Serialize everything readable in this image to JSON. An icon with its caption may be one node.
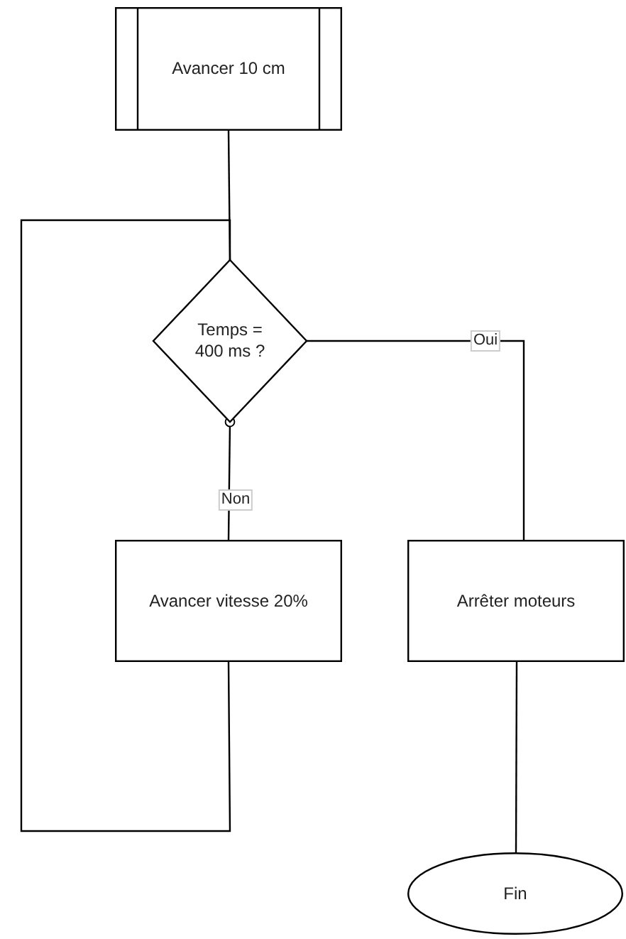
{
  "diagram": {
    "nodes": [
      {
        "text": [
          "Avancer 10 cm"
        ]
      },
      {
        "text": [
          "Temps = 400 ms ?"
        ]
      },
      {
        "text": [
          "Avancer vitesse 20%"
        ]
      },
      {
        "text": [
          "Arrêter moteurs"
        ]
      },
      {
        "text": [
          "Fin"
        ]
      }
    ],
    "edges": [
      {
        "from": 0,
        "to": 1,
        "arrow": "none"
      },
      {
        "from": 1,
        "to": 2,
        "label": "Non",
        "arrow": "other"
      },
      {
        "from": 1,
        "to": 3,
        "label": "Oui",
        "arrow": "none"
      },
      {
        "from": 2,
        "to": 1,
        "arrow": "none"
      },
      {
        "from": 3,
        "to": 4,
        "arrow": "none"
      }
    ]
  }
}
